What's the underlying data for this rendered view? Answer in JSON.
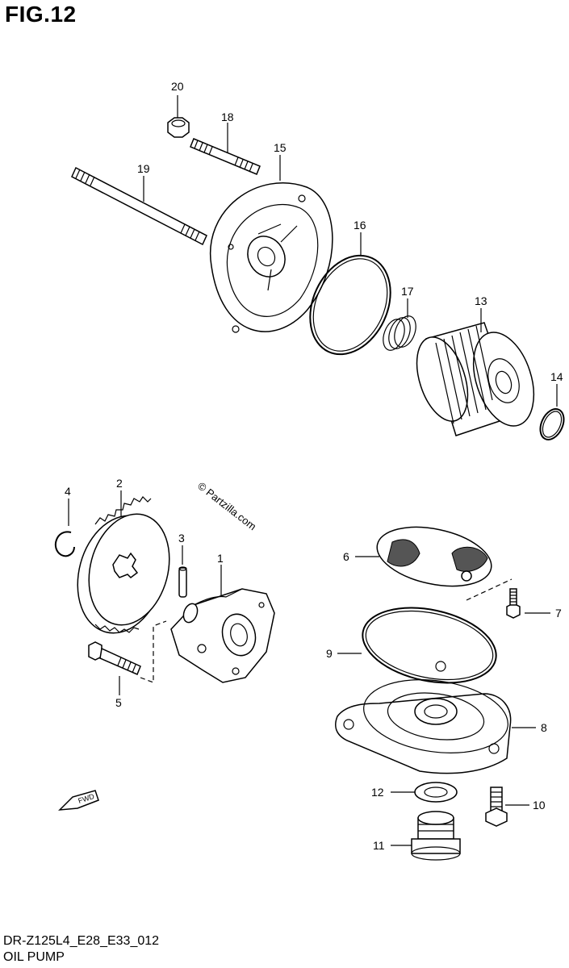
{
  "figure": {
    "title": "FIG.12",
    "model_code": "DR-Z125L4_E28_E33_012",
    "section_name": "OIL PUMP",
    "watermark": "© Partzilla.com",
    "fwd_label": "FWD"
  },
  "callouts": {
    "c1": "1",
    "c2": "2",
    "c3": "3",
    "c4": "4",
    "c5": "5",
    "c6": "6",
    "c7": "7",
    "c8": "8",
    "c9": "9",
    "c10": "10",
    "c11": "11",
    "c12": "12",
    "c13": "13",
    "c14": "14",
    "c15": "15",
    "c16": "16",
    "c17": "17",
    "c18": "18",
    "c19": "19",
    "c20": "20"
  }
}
